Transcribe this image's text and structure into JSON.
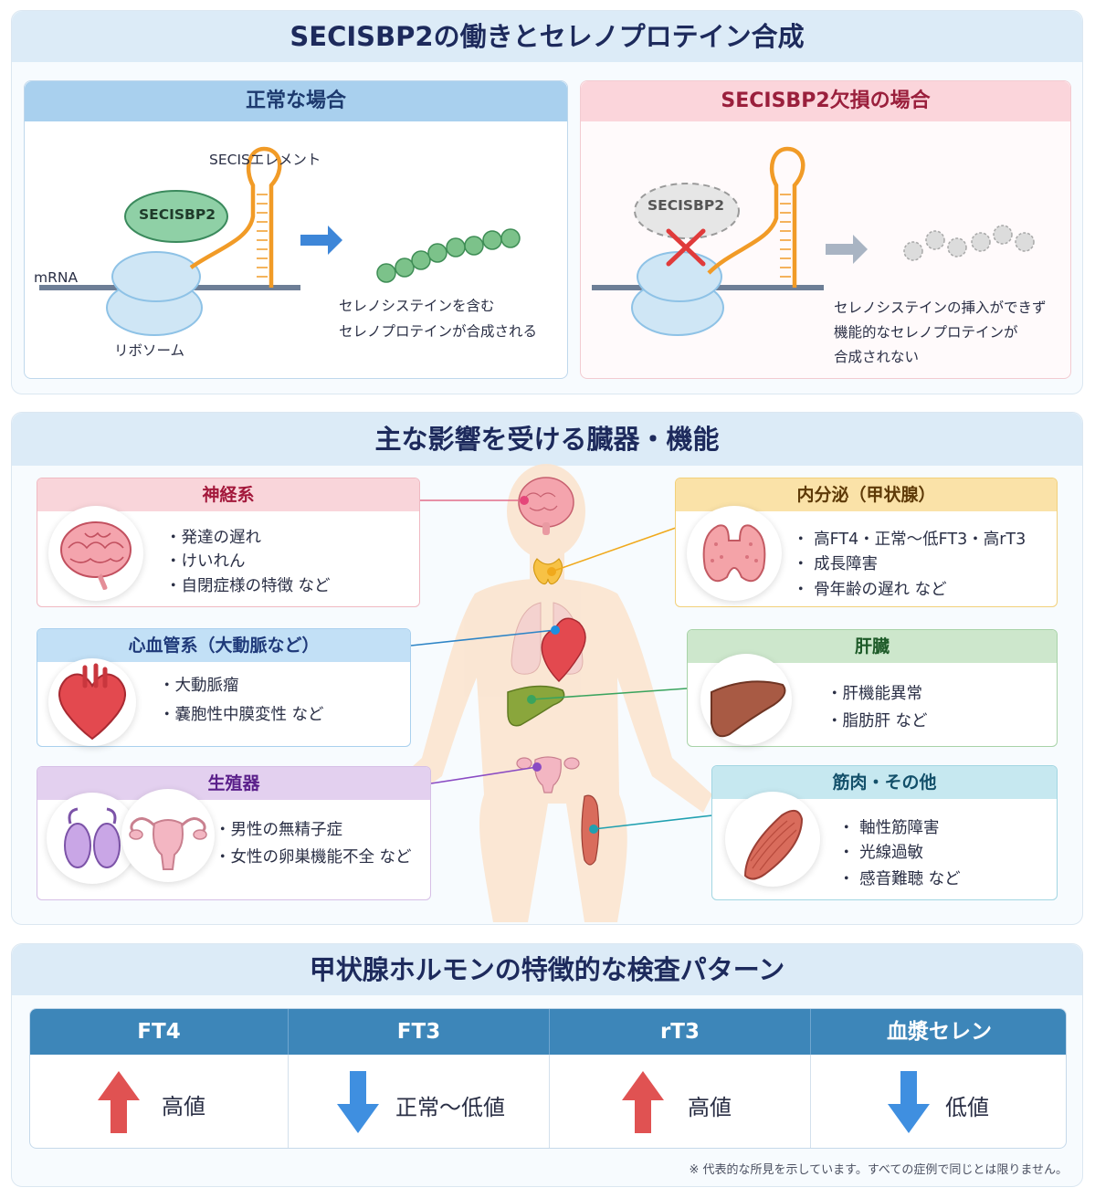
{
  "section1": {
    "title": "SECISBP2の働きとセレノプロテイン合成",
    "normal": {
      "heading": "正常な場合",
      "secis_label": "SECISエレメント",
      "protein_label": "SECISBP2",
      "mrna_label": "mRNA",
      "ribosome_label": "リボソーム",
      "result_line1": "セレノシステインを含む",
      "result_line2": "セレノプロテインが合成される"
    },
    "deficient": {
      "heading": "SECISBP2欠損の場合",
      "protein_label": "SECISBP2",
      "result_line1": "セレノシステインの挿入ができず",
      "result_line2": "機能的なセレノプロテインが",
      "result_line3": "合成されない"
    }
  },
  "section2": {
    "title": "主な影響を受ける臓器・機能",
    "nervous": {
      "title": "神経系",
      "items": [
        "・発達の遅れ",
        "・けいれん",
        "・自閉症様の特徴 など"
      ]
    },
    "cardio": {
      "title": "心血管系（大動脈など）",
      "items": [
        "・大動脈瘤",
        "・嚢胞性中膜変性 など"
      ]
    },
    "repro": {
      "title": "生殖器",
      "items": [
        "・男性の無精子症",
        "・女性の卵巣機能不全 など"
      ]
    },
    "endocrine": {
      "title": "内分泌（甲状腺）",
      "items": [
        "・ 高FT4・正常〜低FT3・高rT3",
        "・ 成長障害",
        "・ 骨年齢の遅れ など"
      ]
    },
    "liver": {
      "title": "肝臓",
      "items": [
        "・肝機能異常",
        "・脂肪肝 など"
      ]
    },
    "muscle": {
      "title": "筋肉・その他",
      "items": [
        "・ 軸性筋障害",
        "・ 光線過敏",
        "・ 感音難聴 など"
      ]
    }
  },
  "section3": {
    "title": "甲状腺ホルモンの特徴的な検査パターン",
    "columns": [
      {
        "header": "FT4",
        "value": "高値",
        "direction": "up"
      },
      {
        "header": "FT3",
        "value": "正常〜低値",
        "direction": "down"
      },
      {
        "header": "rT3",
        "value": "高値",
        "direction": "up"
      },
      {
        "header": "血漿セレン",
        "value": "低値",
        "direction": "down"
      }
    ],
    "note": "※ 代表的な所見を示しています。すべての症例で同じとは限りません。"
  },
  "colors": {
    "header_blue": "#3d86b9",
    "arrow_up": "#e05252",
    "arrow_down": "#3f8fe0",
    "nervous": "#f6c9cf",
    "cardio": "#bcdcf4",
    "repro": "#dcc6ea",
    "endocrine": "#f8dfa6",
    "liver": "#c7e4c6",
    "muscle": "#bfe4ee"
  }
}
